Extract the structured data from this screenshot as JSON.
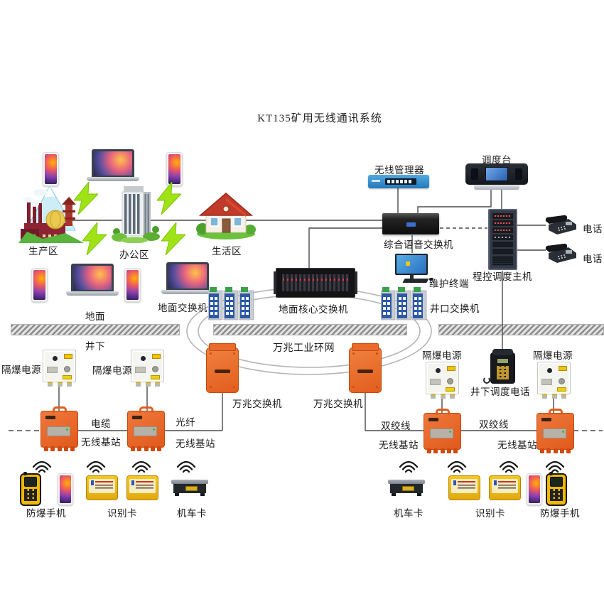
{
  "title": "KT135矿用无线通讯系统",
  "surface": {
    "areas": [
      {
        "label": "生产区"
      },
      {
        "label": "办公区"
      },
      {
        "label": "生活区"
      }
    ],
    "wireless_manager": "无线管理器",
    "dispatch_console": "调度台",
    "voice_switch": "综合语音交换机",
    "dispatch_host": "程控调度主机",
    "telephone_1": "电话",
    "telephone_2": "电话",
    "maintenance_terminal": "维护终端",
    "ground_label": "地面",
    "ground_switch": "地面交换机",
    "core_switch": "地面核心交换机",
    "wellhead_switch": "井口交换机"
  },
  "underground": {
    "underground_label": "井下",
    "ring_label": "万兆工业环网",
    "ten_g_switch_left": "万兆交换机",
    "ten_g_switch_right": "万兆交换机",
    "dispatch_phone": "井下调度电话",
    "power_supplies": [
      {
        "label": "隔爆电源"
      },
      {
        "label": "隔爆电源"
      },
      {
        "label": "隔爆电源"
      },
      {
        "label": "隔爆电源"
      }
    ],
    "base_stations": [
      {
        "label": "无线基站"
      },
      {
        "label": "无线基站"
      },
      {
        "label": "无线基站"
      },
      {
        "label": "无线基站"
      }
    ],
    "links": {
      "cable": "电缆",
      "fiber": "光纤",
      "twisted_pair_1": "双绞线",
      "twisted_pair_2": "双绞线"
    },
    "terminals": {
      "explosion_phone_left": "防爆手机",
      "id_card_left": "识别卡",
      "loco_card_left": "机车卡",
      "loco_card_right": "机车卡",
      "id_card_right": "识别卡",
      "explosion_phone_right": "防爆手机"
    }
  },
  "colors": {
    "connection_line": "#4a4a4a",
    "ring_gray": "#b5b5b5",
    "separator_hatch": "#8c8c8c",
    "device_orange": "#e8642a",
    "lightning_green": "#9fe215",
    "router_blue": "#2f8fd0",
    "switch_panel_blue": "#2b59a8",
    "card_yellow": "#f0c01e",
    "screen_blue": "#3f8fd8"
  }
}
